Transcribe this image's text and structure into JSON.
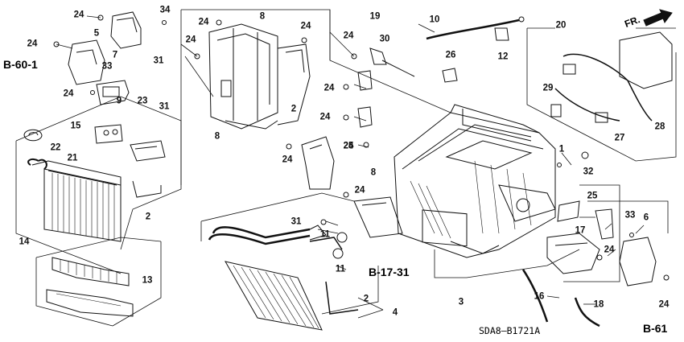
{
  "diagram": {
    "parts": [
      {
        "id": "p24a",
        "label": "24"
      },
      {
        "id": "p34",
        "label": "34"
      },
      {
        "id": "p5",
        "label": "5"
      },
      {
        "id": "p24b",
        "label": "24"
      },
      {
        "id": "p7",
        "label": "7"
      },
      {
        "id": "p31a",
        "label": "31"
      },
      {
        "id": "p33a",
        "label": "33"
      },
      {
        "id": "p24c",
        "label": "24"
      },
      {
        "id": "p9",
        "label": "9"
      },
      {
        "id": "p23",
        "label": "23"
      },
      {
        "id": "p31b",
        "label": "31"
      },
      {
        "id": "p15",
        "label": "15"
      },
      {
        "id": "p22",
        "label": "22"
      },
      {
        "id": "p21",
        "label": "21"
      },
      {
        "id": "p2a",
        "label": "2"
      },
      {
        "id": "p14",
        "label": "14"
      },
      {
        "id": "p13",
        "label": "13"
      },
      {
        "id": "p24d",
        "label": "24"
      },
      {
        "id": "p8a",
        "label": "8"
      },
      {
        "id": "p24e",
        "label": "24"
      },
      {
        "id": "p24f",
        "label": "24"
      },
      {
        "id": "p2b",
        "label": "2"
      },
      {
        "id": "p8b",
        "label": "8"
      },
      {
        "id": "p24g",
        "label": "24"
      },
      {
        "id": "p24h",
        "label": "24"
      },
      {
        "id": "p19",
        "label": "19"
      },
      {
        "id": "p30",
        "label": "30"
      },
      {
        "id": "p24i",
        "label": "24"
      },
      {
        "id": "p24j",
        "label": "24"
      },
      {
        "id": "p24k",
        "label": "24"
      },
      {
        "id": "p25a",
        "label": "25"
      },
      {
        "id": "p8c",
        "label": "8"
      },
      {
        "id": "p24l",
        "label": "24"
      },
      {
        "id": "p10",
        "label": "10"
      },
      {
        "id": "p12",
        "label": "12"
      },
      {
        "id": "p26",
        "label": "26"
      },
      {
        "id": "p20",
        "label": "20"
      },
      {
        "id": "p29",
        "label": "29"
      },
      {
        "id": "p28",
        "label": "28"
      },
      {
        "id": "p27",
        "label": "27"
      },
      {
        "id": "p1",
        "label": "1"
      },
      {
        "id": "p32",
        "label": "32"
      },
      {
        "id": "p25b",
        "label": "25"
      },
      {
        "id": "p17",
        "label": "17"
      },
      {
        "id": "p33b",
        "label": "33"
      },
      {
        "id": "p6",
        "label": "6"
      },
      {
        "id": "p24m",
        "label": "24"
      },
      {
        "id": "p24n",
        "label": "24"
      },
      {
        "id": "p31c",
        "label": "31"
      },
      {
        "id": "p11a",
        "label": "11"
      },
      {
        "id": "p11b",
        "label": "11"
      },
      {
        "id": "p3",
        "label": "3"
      },
      {
        "id": "p16",
        "label": "16"
      },
      {
        "id": "p18",
        "label": "18"
      },
      {
        "id": "p2c",
        "label": "2"
      },
      {
        "id": "p4",
        "label": "4"
      }
    ],
    "references": {
      "b60_1": "B-60-1",
      "b17_31": "B-17-31",
      "b61": "B-61",
      "front_arrow": "FR."
    },
    "diagram_code": "SDA8–B1721A"
  }
}
